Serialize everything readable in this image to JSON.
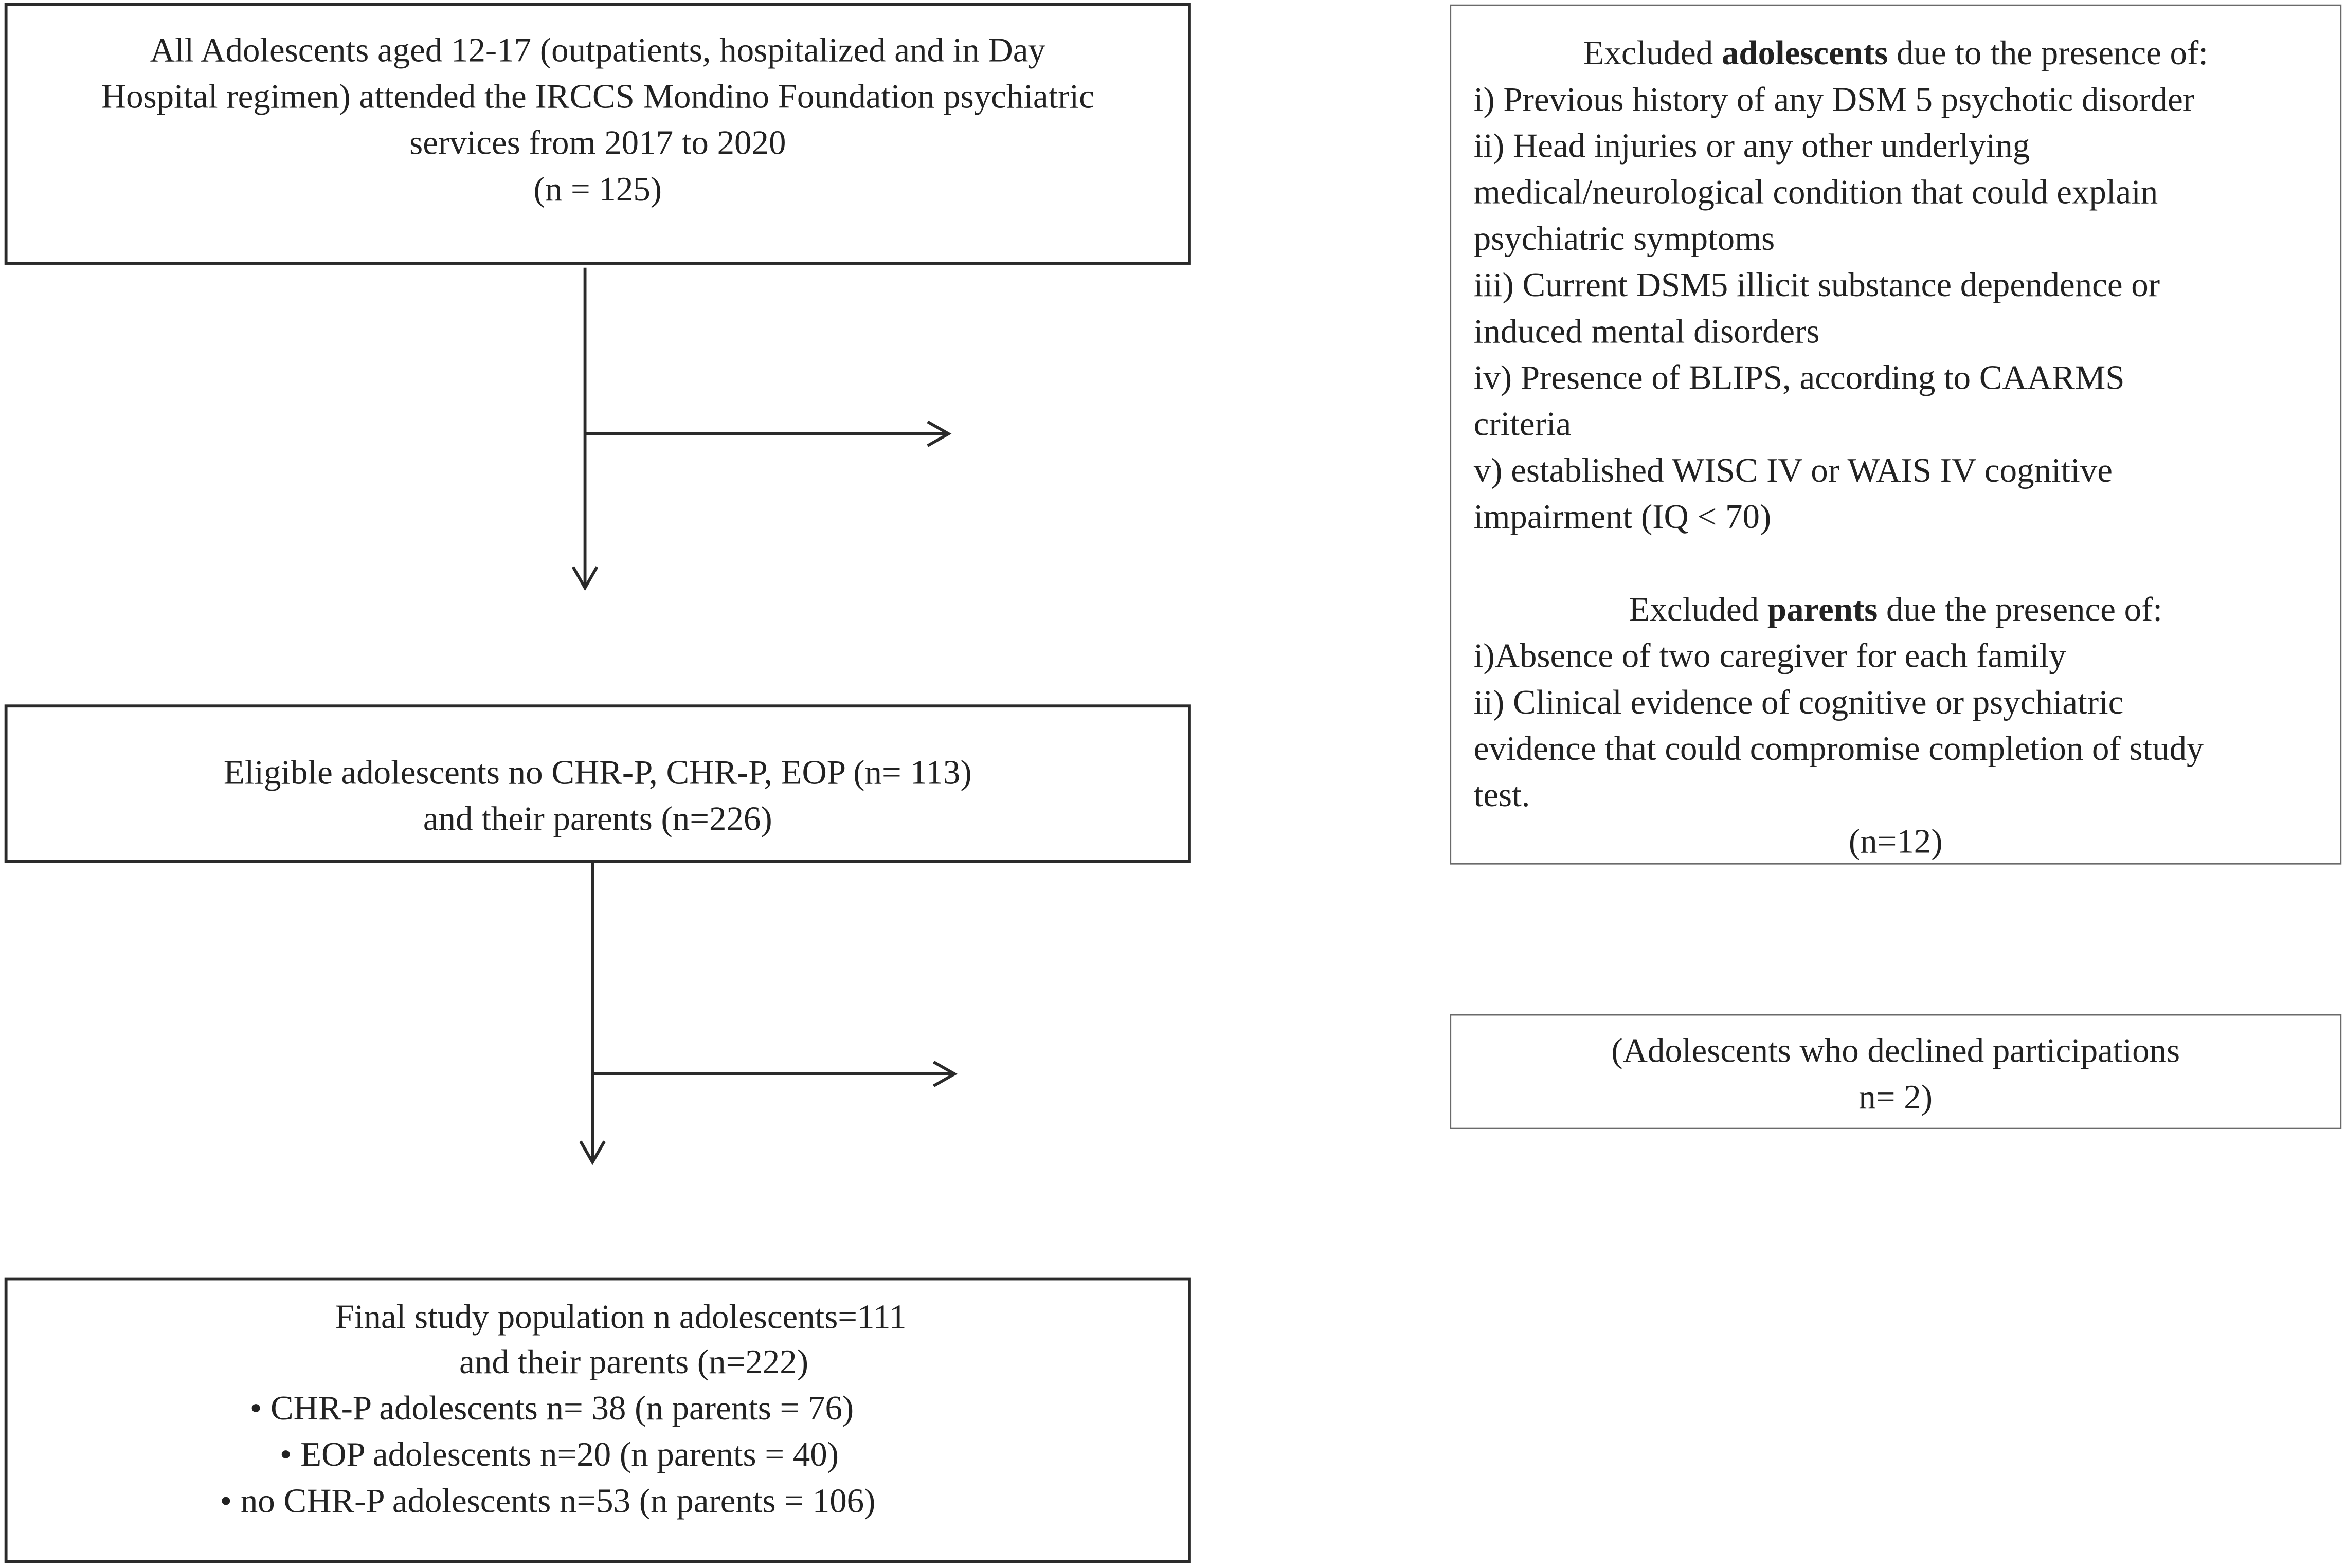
{
  "box1": {
    "lines": [
      "All Adolescents aged 12-17 (outpatients, hospitalized and in Day",
      "Hospital regimen) attended the IRCCS Mondino Foundation psychiatric",
      "services from 2017 to 2020",
      "(n = 125)"
    ]
  },
  "exclusion": {
    "adolescents_heading_pre": "Excluded ",
    "adolescents_heading_bold": "adolescents",
    "adolescents_heading_post": " due to the presence of:",
    "adolescent_lines": [
      "i) Previous history of any DSM 5 psychotic disorder",
      "ii) Head injuries or any other underlying",
      "medical/neurological condition that could explain",
      "psychiatric symptoms",
      "iii) Current DSM5  illicit substance dependence or",
      "induced mental disorders",
      "iv) Presence of BLIPS, according to CAARMS",
      "criteria",
      "v) established WISC IV or WAIS IV cognitive",
      "impairment  (IQ < 70)"
    ],
    "parents_heading_pre": "Excluded ",
    "parents_heading_bold": "parents",
    "parents_heading_post": " due the presence of:",
    "parent_lines": [
      "i)Absence of two caregiver for each family",
      "ii) Clinical evidence of cognitive or psychiatric",
      "evidence that could compromise completion of study",
      "test."
    ],
    "count": "(n=12)"
  },
  "box2": {
    "lines": [
      "Eligible adolescents no CHR-P, CHR-P, EOP (n= 113)",
      "and their parents (n=226)"
    ]
  },
  "declined": {
    "lines": [
      "(Adolescents who declined participations",
      "n= 2)"
    ]
  },
  "final": {
    "lines": [
      "Final study population n adolescents=111",
      "and their parents (n=222)"
    ],
    "bullets": [
      "•   CHR-P adolescents n= 38 (n parents = 76)",
      "•   EOP adolescents n=20 (n parents = 40)",
      "•   no CHR-P adolescents  n=53 (n parents = 106)"
    ]
  }
}
